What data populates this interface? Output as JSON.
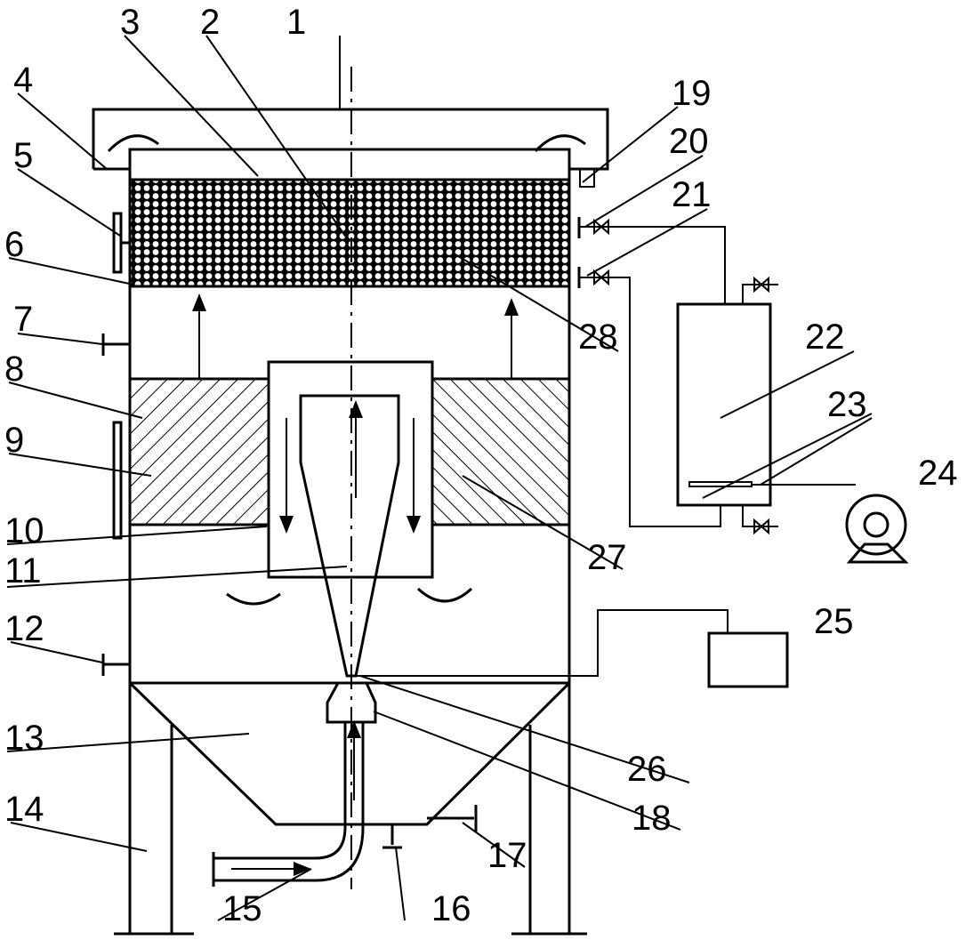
{
  "diagram": {
    "labels": [
      "1",
      "2",
      "3",
      "4",
      "5",
      "6",
      "7",
      "8",
      "9",
      "10",
      "11",
      "12",
      "13",
      "14",
      "15",
      "16",
      "17",
      "18",
      "19",
      "20",
      "21",
      "22",
      "23",
      "24",
      "25",
      "26",
      "27",
      "28"
    ]
  }
}
